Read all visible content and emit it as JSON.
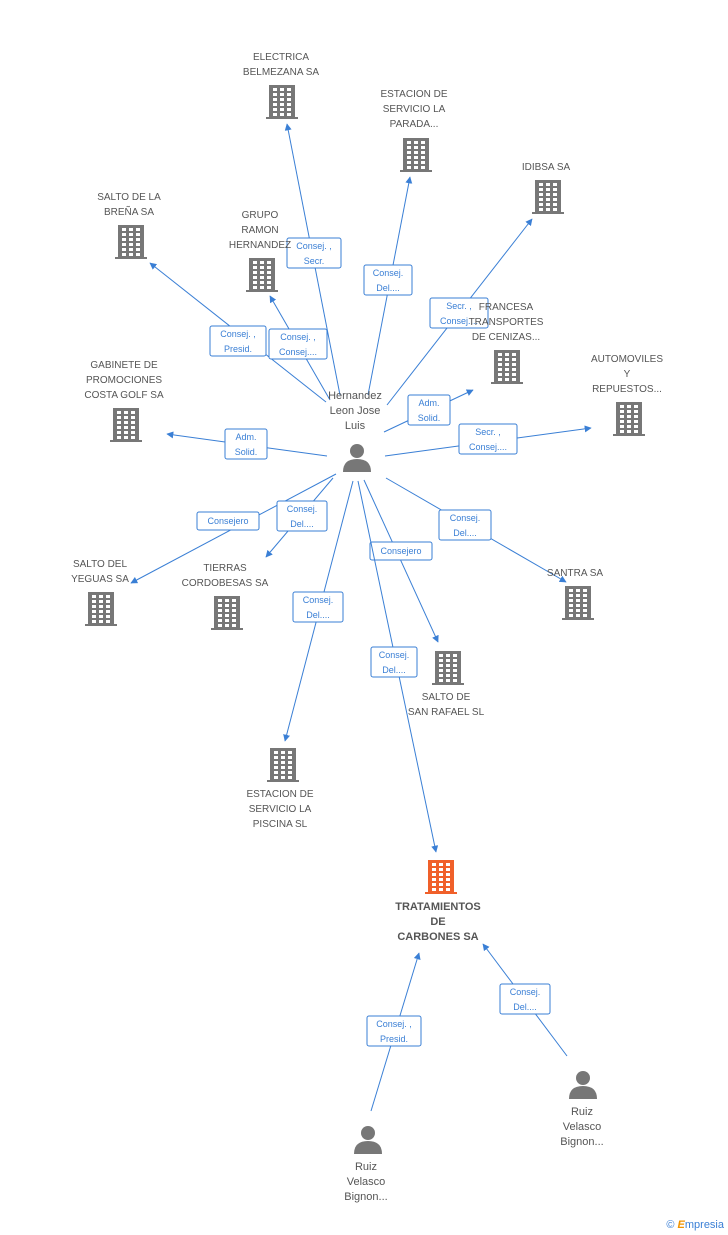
{
  "colors": {
    "edge": "#3a7fd5",
    "building": "#777777",
    "focus": "#f0602a",
    "person": "#777777",
    "text": "#555555"
  },
  "nodes": [
    {
      "id": "electrica",
      "kind": "company",
      "lines": [
        "ELECTRICA",
        "BELMEZANA SA"
      ]
    },
    {
      "id": "estacion_parada",
      "kind": "company",
      "lines": [
        "ESTACION DE",
        "SERVICIO LA",
        "PARADA..."
      ]
    },
    {
      "id": "idibsa",
      "kind": "company",
      "lines": [
        "IDIBSA SA"
      ]
    },
    {
      "id": "salto_brena",
      "kind": "company",
      "lines": [
        "SALTO DE LA",
        "BREÑA SA"
      ]
    },
    {
      "id": "grupo_ramon",
      "kind": "company",
      "lines": [
        "GRUPO",
        "RAMON",
        "HERNANDEZ"
      ]
    },
    {
      "id": "francesa",
      "kind": "company",
      "lines": [
        "FRANCESA",
        "TRANSPORTES",
        "DE CENIZAS..."
      ]
    },
    {
      "id": "automoviles",
      "kind": "company",
      "lines": [
        "AUTOMOVILES",
        "Y",
        "REPUESTOS..."
      ]
    },
    {
      "id": "gabinete",
      "kind": "company",
      "lines": [
        "GABINETE DE",
        "PROMOCIONES",
        "COSTA GOLF SA"
      ]
    },
    {
      "id": "hernandez",
      "kind": "person",
      "lines": [
        "Hernandez",
        "Leon Jose",
        "Luis"
      ]
    },
    {
      "id": "salto_yeguas",
      "kind": "company",
      "lines": [
        "SALTO DEL",
        "YEGUAS SA"
      ]
    },
    {
      "id": "tierras",
      "kind": "company",
      "lines": [
        "TIERRAS",
        "CORDOBESAS SA"
      ]
    },
    {
      "id": "santra",
      "kind": "company",
      "lines": [
        "SANTRA SA"
      ]
    },
    {
      "id": "salto_rafael",
      "kind": "company",
      "lines": [
        "SALTO DE",
        "SAN RAFAEL SL"
      ]
    },
    {
      "id": "estacion_piscina",
      "kind": "company",
      "lines": [
        "ESTACION DE",
        "SERVICIO LA",
        "PISCINA SL"
      ]
    },
    {
      "id": "tratamientos",
      "kind": "focus",
      "lines": [
        "TRATAMIENTOS",
        "DE",
        "CARBONES SA"
      ]
    },
    {
      "id": "ruiz1",
      "kind": "person",
      "lines": [
        "Ruiz",
        "Velasco",
        "Bignon..."
      ]
    },
    {
      "id": "ruiz2",
      "kind": "person",
      "lines": [
        "Ruiz",
        "Velasco",
        "Bignon..."
      ]
    }
  ],
  "edges": [
    {
      "from": "hernandez",
      "to": "electrica",
      "lines": [
        "Consej. ,",
        "Secr."
      ]
    },
    {
      "from": "hernandez",
      "to": "estacion_parada",
      "lines": [
        "Consej.",
        "Del...."
      ]
    },
    {
      "from": "hernandez",
      "to": "idibsa",
      "lines": [
        "Secr. ,",
        "Consej...."
      ]
    },
    {
      "from": "hernandez",
      "to": "salto_brena",
      "lines": [
        "Consej. ,",
        "Presid."
      ]
    },
    {
      "from": "hernandez",
      "to": "grupo_ramon",
      "lines": [
        "Consej. ,",
        "Consej...."
      ]
    },
    {
      "from": "hernandez",
      "to": "francesa",
      "lines": [
        "Adm.",
        "Solid."
      ]
    },
    {
      "from": "hernandez",
      "to": "automoviles",
      "lines": [
        "Secr. ,",
        "Consej...."
      ]
    },
    {
      "from": "hernandez",
      "to": "gabinete",
      "lines": [
        "Adm.",
        "Solid."
      ]
    },
    {
      "from": "hernandez",
      "to": "salto_yeguas",
      "lines": [
        "Consejero"
      ]
    },
    {
      "from": "hernandez",
      "to": "tierras",
      "lines": [
        "Consej.",
        "Del...."
      ]
    },
    {
      "from": "hernandez",
      "to": "santra",
      "lines": [
        "Consej.",
        "Del...."
      ]
    },
    {
      "from": "hernandez",
      "to": "salto_rafael",
      "lines": [
        "Consejero"
      ]
    },
    {
      "from": "hernandez",
      "to": "estacion_piscina",
      "lines": [
        "Consej.",
        "Del...."
      ]
    },
    {
      "from": "hernandez",
      "to": "tratamientos",
      "lines": [
        "Consej.",
        "Del...."
      ]
    },
    {
      "from": "ruiz1",
      "to": "tratamientos",
      "lines": [
        "Consej. ,",
        "Presid."
      ]
    },
    {
      "from": "ruiz2",
      "to": "tratamientos",
      "lines": [
        "Consej.",
        "Del...."
      ]
    }
  ],
  "brand": {
    "copyright": "©",
    "name": "mpresia",
    "initial": "E"
  }
}
